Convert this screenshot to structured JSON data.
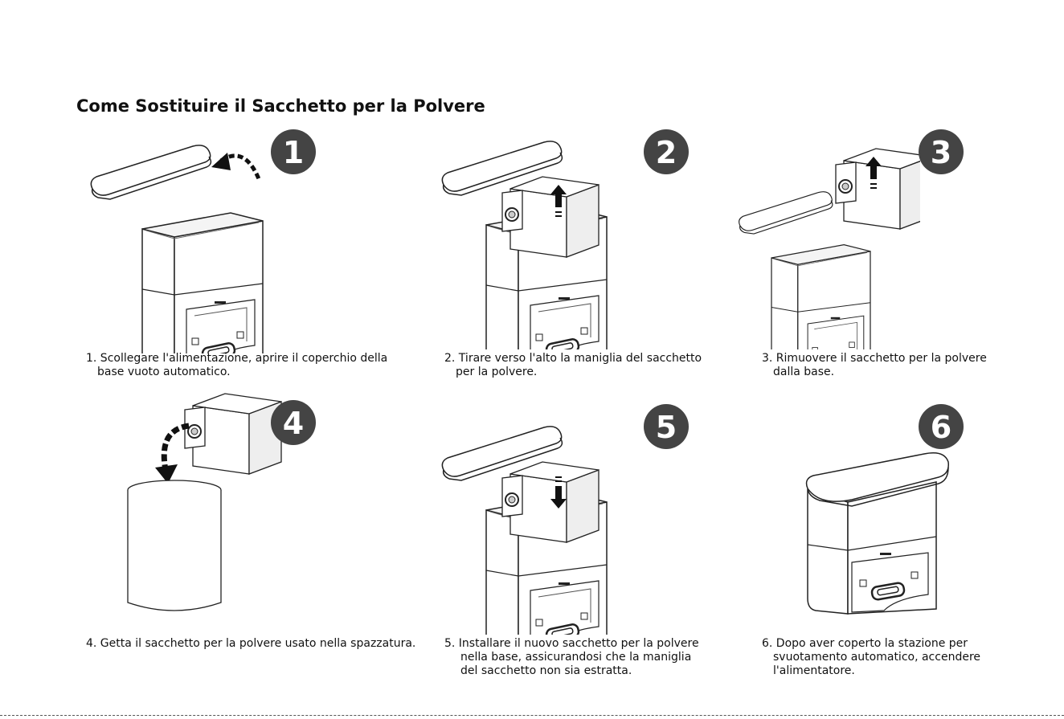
{
  "title": "Come Sostituire il Sacchetto per la Polvere",
  "steps": [
    {
      "num": "1",
      "lines": [
        "1. Scollegare l'alimentazione, aprire il coperchio della",
        "base vuoto automatico."
      ]
    },
    {
      "num": "2",
      "lines": [
        "2. Tirare verso l'alto la maniglia del sacchetto",
        "per la polvere."
      ]
    },
    {
      "num": "3",
      "lines": [
        "3. Rimuovere il sacchetto per la polvere",
        "dalla base."
      ]
    },
    {
      "num": "4",
      "lines": [
        "4. Getta il sacchetto per la polvere usato nella spazzatura."
      ]
    },
    {
      "num": "5",
      "lines": [
        "5.  Installare il nuovo sacchetto per la polvere",
        "nella base, assicurandosi che la maniglia",
        "del sacchetto non sia estratta."
      ]
    },
    {
      "num": "6",
      "lines": [
        "6. Dopo aver coperto la stazione per",
        "svuotamento automatico, accendere",
        "l'alimentatore."
      ]
    }
  ]
}
